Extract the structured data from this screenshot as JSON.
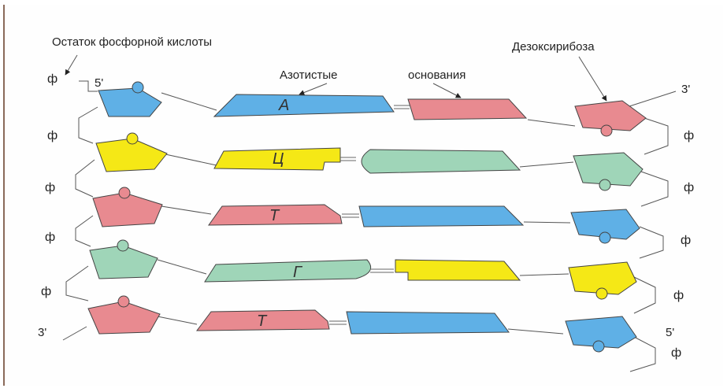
{
  "labels": {
    "phosphate": "Остаток фосфорной кислоты",
    "bases_word1": "Азотистые",
    "bases_word2": "основания",
    "deoxyribose": "Дезоксирибоза"
  },
  "ends": {
    "left_top": "5'",
    "right_top": "3'",
    "left_bottom": "3'",
    "right_bottom": "5'"
  },
  "phi": "ф",
  "pairs": [
    {
      "left_letter": "А",
      "left_color": "#5fb0e6",
      "right_color": "#e88a90"
    },
    {
      "left_letter": "Ц",
      "left_color": "#f5e816",
      "right_color": "#9fd5b8"
    },
    {
      "left_letter": "Т",
      "left_color": "#e88a90",
      "right_color": "#5fb0e6"
    },
    {
      "left_letter": "Г",
      "left_color": "#9fd5b8",
      "right_color": "#f5e816"
    },
    {
      "left_letter": "Т",
      "left_color": "#e88a90",
      "right_color": "#5fb0e6"
    }
  ],
  "colors": {
    "blue": "#5fb0e6",
    "yellow": "#f5e816",
    "pink": "#e88a90",
    "green": "#9fd5b8",
    "outline": "#444444"
  }
}
